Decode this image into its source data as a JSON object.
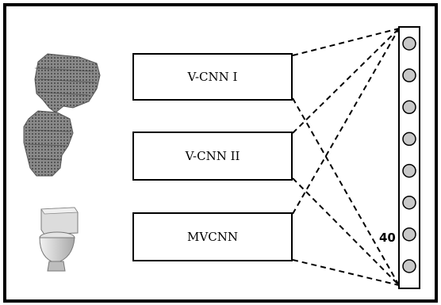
{
  "diagram": {
    "models": [
      {
        "label": "V-CNN I"
      },
      {
        "label": "V-CNN II"
      },
      {
        "label": "MVCNN"
      }
    ],
    "output_layer": {
      "size_label": "40",
      "node_count": 8
    },
    "colors": {
      "line": "#000000",
      "node_fill": "#c8c8c8",
      "voxel": "#6e6e6e",
      "toilet": "#d9d9d9"
    }
  }
}
